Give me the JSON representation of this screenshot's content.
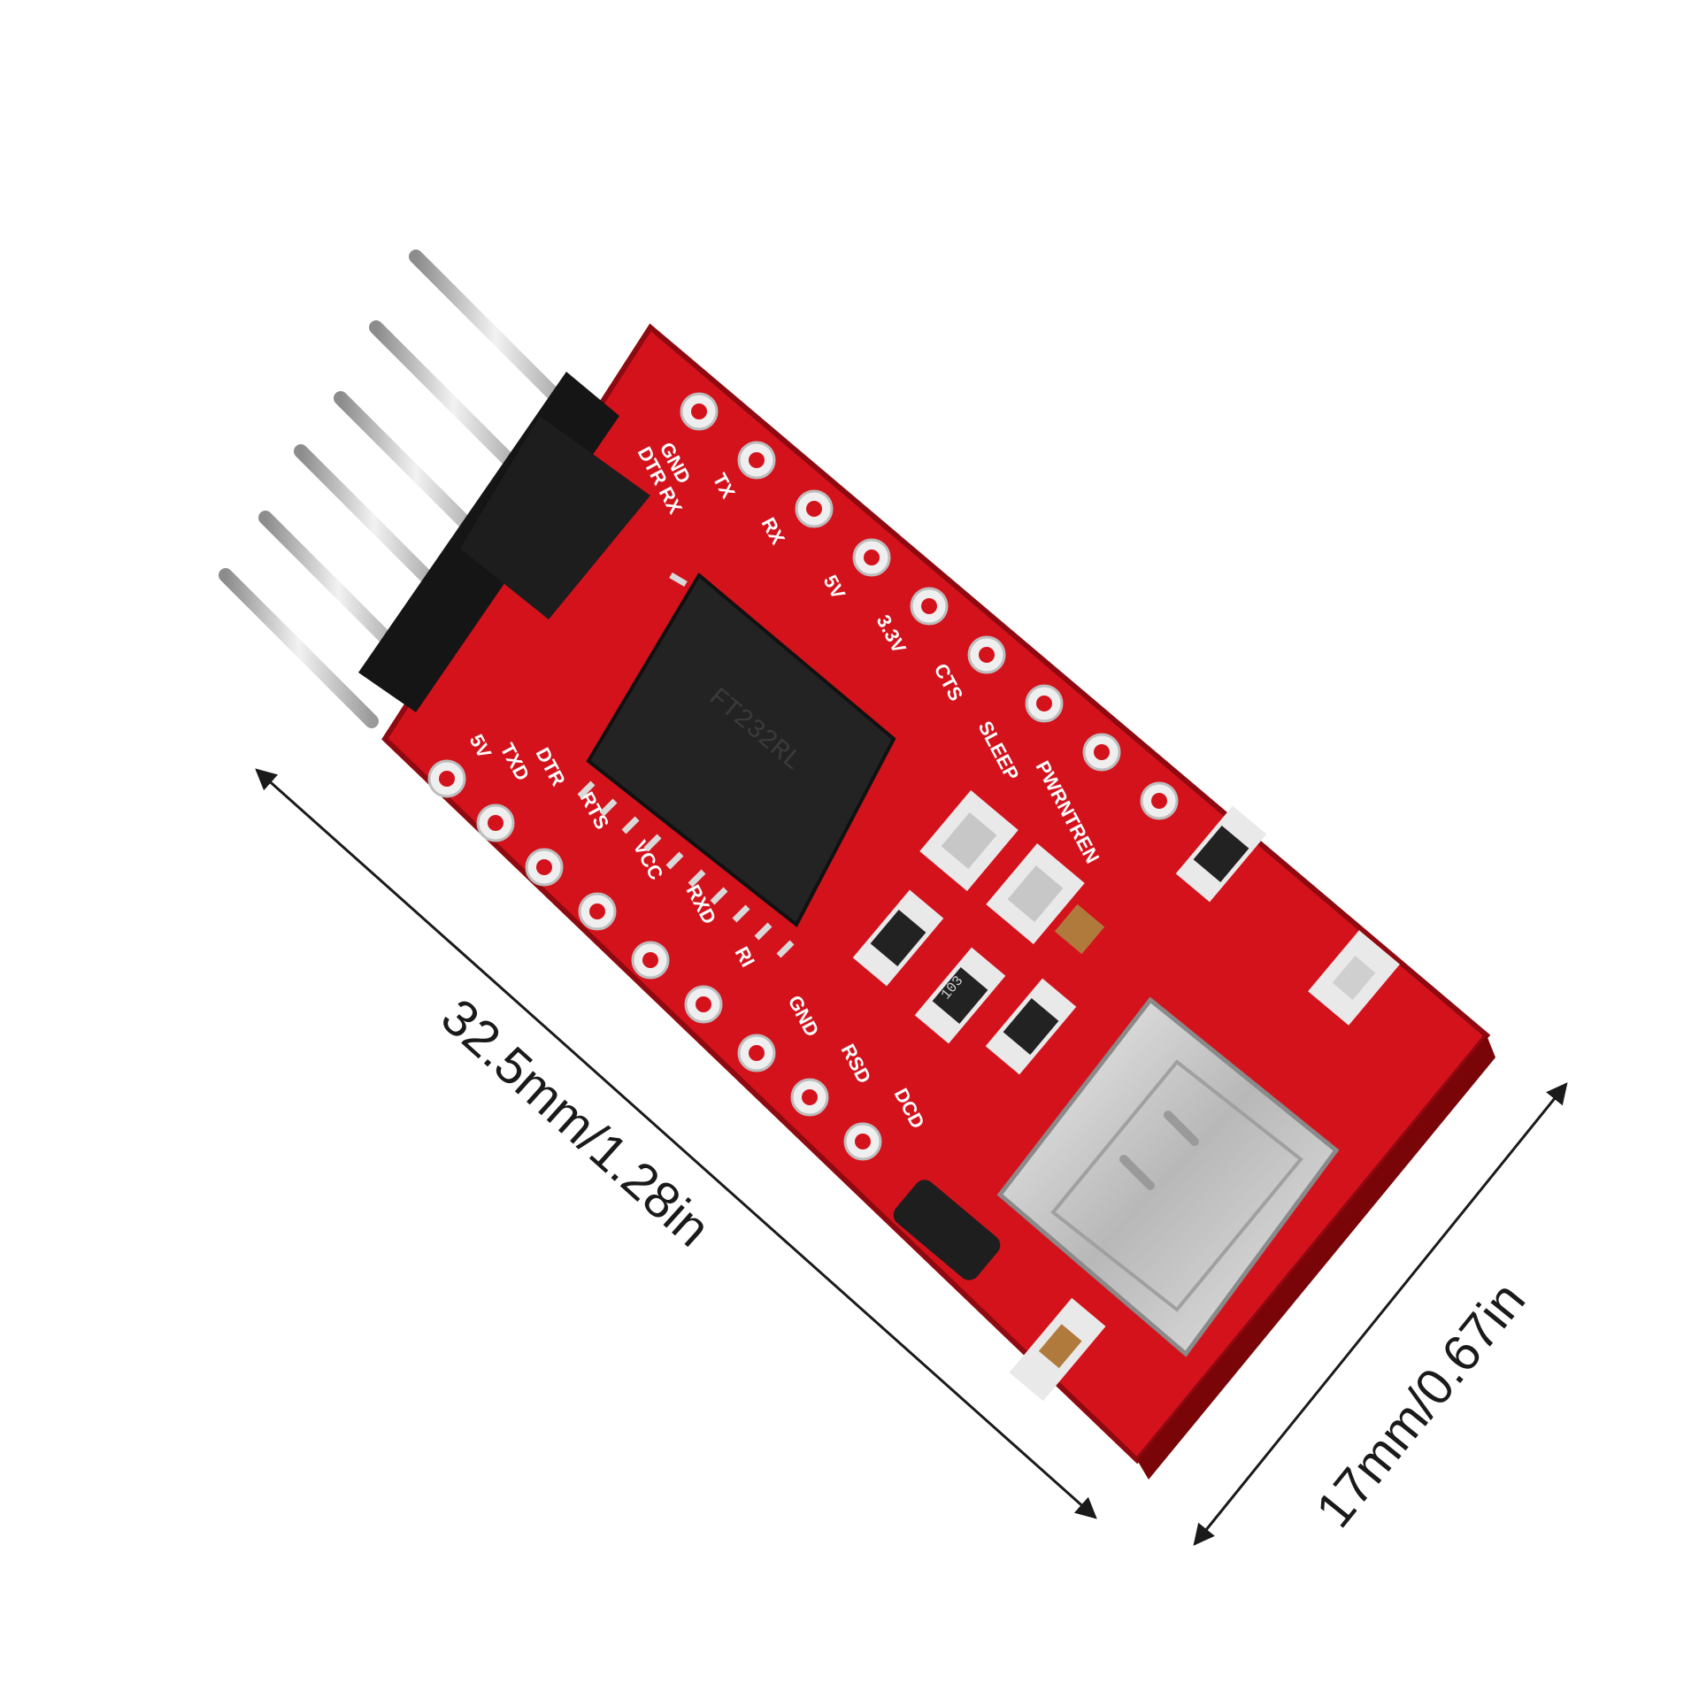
{
  "dimensions": {
    "length_label": "32.5mm/1.28in",
    "width_label": "17mm/0.67in"
  },
  "board": {
    "color": "#d4121c",
    "top_edge_pins": [
      "DTR RX",
      "GND",
      "TX",
      "RX",
      "5V",
      "3.3V",
      "CTS",
      "SLEEP",
      "PWRNTREN"
    ],
    "left_edge_pins": [
      "5V",
      "TXD",
      "DTR",
      "RTS",
      "VCC",
      "RXD",
      "RI",
      "GND",
      "RSD",
      "DCD"
    ],
    "header_pin_count": 6,
    "chip_marking": "FT232RL",
    "resistor_marking": "103",
    "connector": "USB Type-C"
  }
}
